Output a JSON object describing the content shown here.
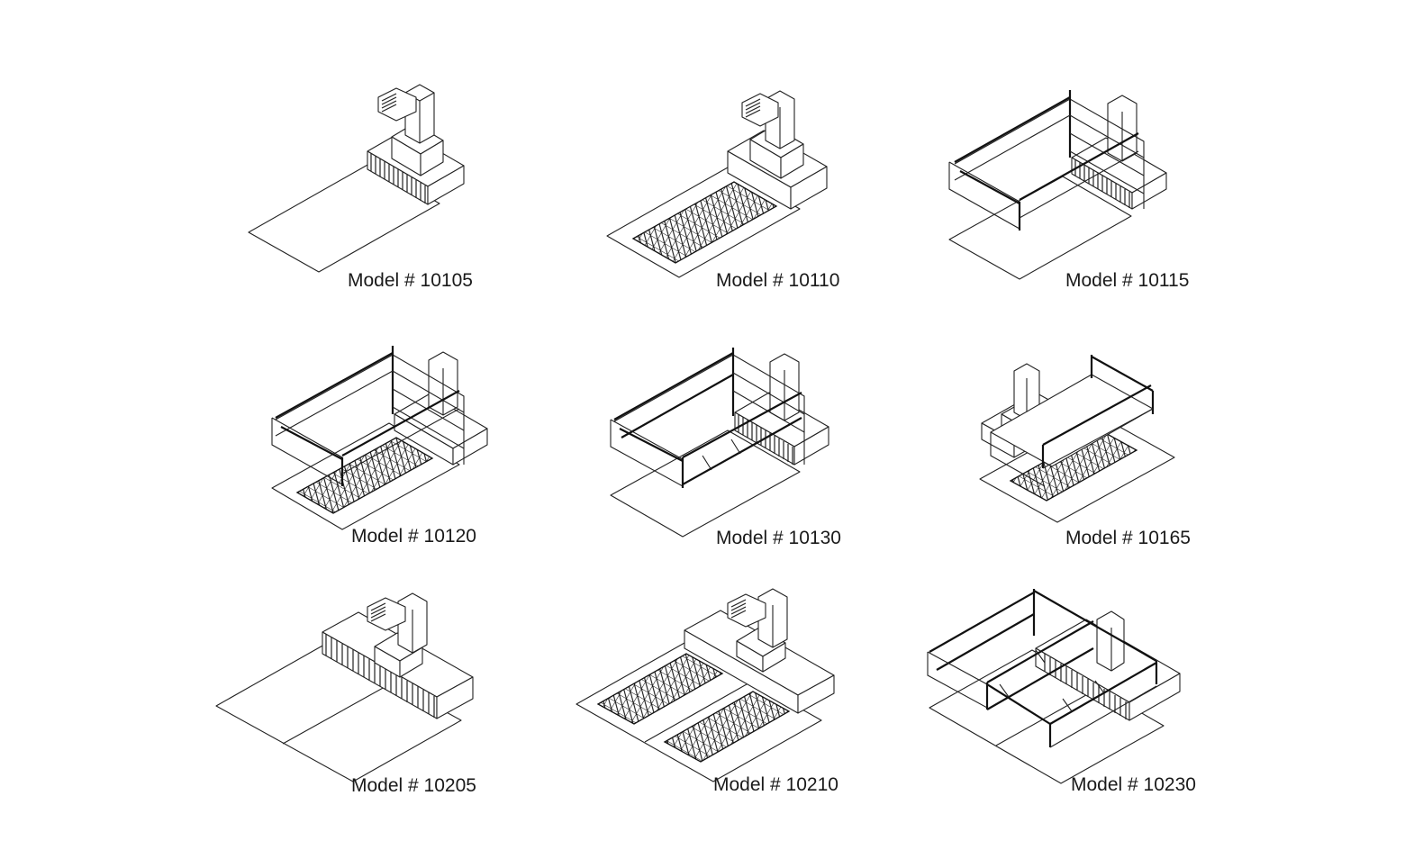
{
  "models": [
    {
      "label": "Model # 10105"
    },
    {
      "label": "Model # 10110"
    },
    {
      "label": "Model # 10115"
    },
    {
      "label": "Model # 10120"
    },
    {
      "label": "Model # 10130"
    },
    {
      "label": "Model # 10165"
    },
    {
      "label": "Model # 10205"
    },
    {
      "label": "Model # 10210"
    },
    {
      "label": "Model # 10230"
    }
  ]
}
